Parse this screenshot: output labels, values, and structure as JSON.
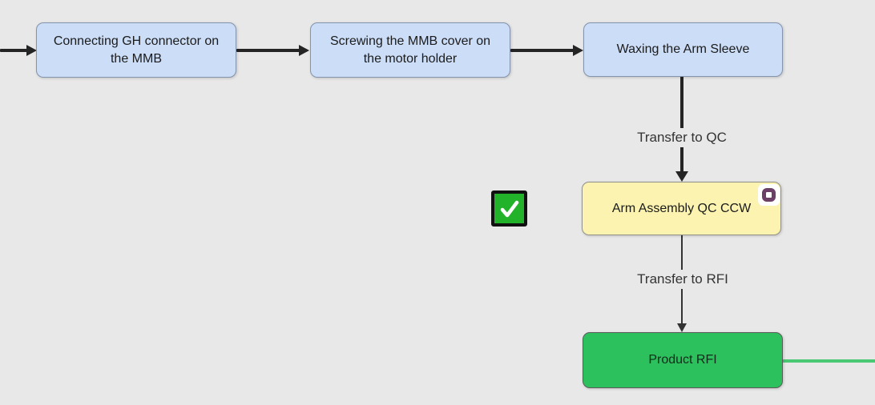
{
  "colors": {
    "canvas_bg": "#e8e8e8",
    "process_fill": "#ccddf7",
    "process_border": "#8494ad",
    "qc_fill": "#fbf3af",
    "qc_border": "#91918a",
    "rfi_fill": "#2dc15e",
    "rfi_border": "#5a5a5a",
    "arrow_dark": "#242424",
    "arrow_thin": "#333333",
    "edge_green": "#4bc874",
    "check_green": "#22b32b",
    "badge_ring": "#6b3f66"
  },
  "nodes": {
    "step1": {
      "label": "Connecting GH connector on the MMB"
    },
    "step2": {
      "label": "Screwing the MMB cover on the motor holder"
    },
    "step3": {
      "label": "Waxing the Arm Sleeve"
    },
    "qc": {
      "label": "Arm Assembly QC CCW"
    },
    "rfi": {
      "label": "Product RFI"
    }
  },
  "edges": {
    "qc_transfer": {
      "label": "Transfer to QC"
    },
    "rfi_transfer": {
      "label": "Transfer to RFI"
    }
  },
  "icons": {
    "qc_badge": "ring-icon",
    "status": "check-icon"
  }
}
